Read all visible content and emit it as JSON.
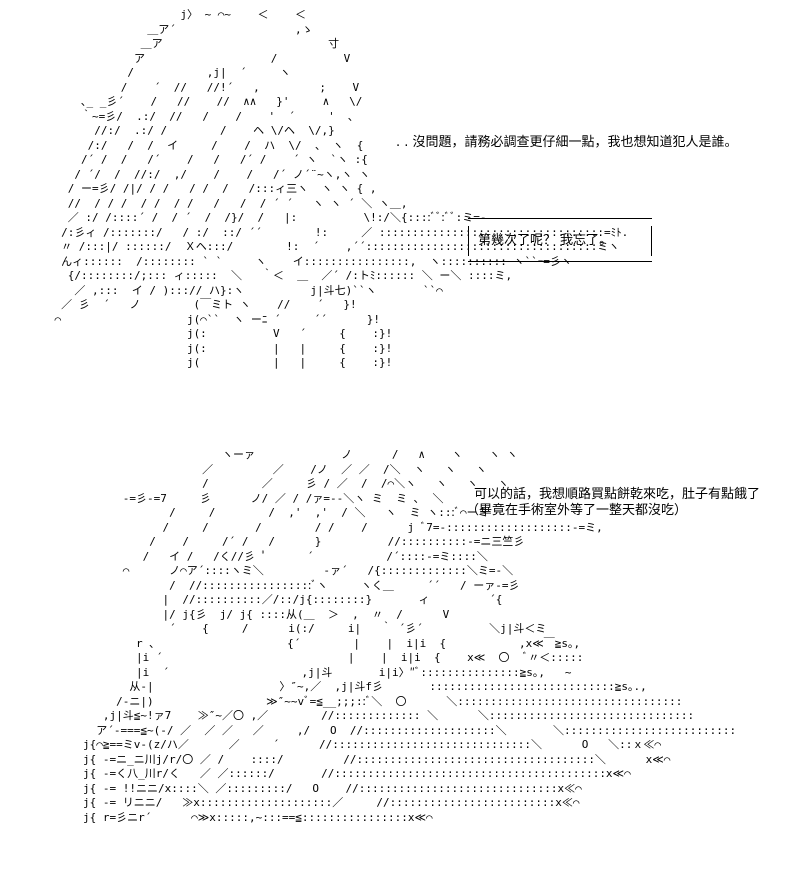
{
  "panels": [
    {
      "art": "                       j〉 ~ ⌒~    ＜    ＜\n                  ＿ア´                  ,ゝ\n                 ＿ア                         寸\n                ア                   /          V\n               /           ,j|  ´     ヽ         \n              /    ´  //   //!´   ,         ;    V\n        ､_ _彡´    /   //    //  ∧∧   }'     ∧   \\/\n        ｀~=彡/  .:/  //   /    /    '  ´     '  ､\n          //:/  .:/ /        /    ヘ \\/ヘ  \\/,}\n         /:/   /  /  イ     /    /  ハ  \\/  、 ヽ  {\n        /´ /  /   /´    /   /   /´ /    ´ ヽ  `ヽ :{\n       / ´/  /  //:/  ,/    /    /   /´ ノ´¨~ヽ,ヽ ヽ\n      / ー=彡/ /|/ / /   / /  /   /:::ィ三ヽ  ヽ ヽ { ,\n      //  / / /  / /  / /   /   /  / ´ ´   ヽ ヽ ´ ＼ ヽ＿,\n      ／ :/ /::::´ /  / ´  /  /}/  /   |:          \\!:/＼{::::ﾞﾞ:ﾞﾞ:ミ=-\n     /:彡ィ /:::::::/   / :/  ::/ ´´        !:     ／ ::::::::::::::::::::::::::::::::::=ﾐﾄ.\n     〃 /:::|/ ::::::/  Ｘヘ:::/        !:  ´    ,´´:::::::::::::::::::::::::::::::::::ミヽ\n     んィ::::::  /:::::::: ` `     ヽ    イ::::::::::::::::,  ヽ:::::::::: ヽ``ｰ=彡ヽ\n      {/::::::::/;::: ィ:::::  ＼   ｀＜  ＿  ／´ /:トﾐ:::::: ＼ ー＼ ::::ミ,\n       ／ ,:::  イ / ):::// ハ}:ヽ          j|斗七)``ヽ       ``⌒\n     ／ 彡  ´   ノ        (￣ミト ヽ    //    ´   }!\n    ⌒                   j(⌒``  ヽ ーﾆ ´     ´´      }!\n                        j(:          V   ´     {    :}!\n                        j(:          |   |     {    :}!\n                        j(           |   |     {    :}!",
      "dialogue": ". . 沒問題，請務必調查更仔細一點，我也想知道犯人是誰。",
      "boxed_dialogue": "第幾次了呢？  我忘了。"
    },
    {
      "art": "                             ヽーァ             ノ      /   ∧    ヽ    ヽ ヽ\n                          ／         ／    /ノ  ／ ／  /＼  ヽ   ヽ   ヽ\n                          /        ／     彡 / ／  /  /⌒＼ヽ   ヽ   ヽ   ヽ\n              -=彡-=7     彡      ノ/ ／ / /ァ=--＼ヽ ミ  ミ ､  ＼\n                     /     /        /  ,'  ,'  / ＼   ヽ  ミ ヽ:::ﾞ⌒ーミ\n                    /     /       /        / /    /      j ﾞ7=-:::::::::::::::::::-=ミ,\n                  /    /     /´ /   /      }          //::::::::::-=ニ三竺彡\n                 /   イ /   /く//彡 ﾟ      ´           /´::::-=ミ::::＼\n              ⌒      ノ⌒ア´::::ヽミ＼         -ァ´   /{:::::::::::::＼ミ=-＼\n                     /  //:::::::::::::::::ﾞヽ     ヽく＿     ´´   / ーァ-=彡\n                    |  //::::::::::／/::/j{::::::::}       ィ         ´{\n                    |/ j{彡  j/ j{ ::::从(＿  ＞  ,  〃  /      V\n                     ´    {     /      i(:/     i|   ｀ ´彡´          ＼j|斗＜ミ\n                r ､                    {´        |    |  i|i  {           ,x≪￣≧s｡,\n                |i ´                            |    |  i|i  {    x≪  〇  ﾞ〃＜:::::\n                |i  ´                    ,j|斗       i|i〉″ﾞ:::::::::::::::≧s｡,   ~\n               从-|                   〉″~,／  ,j|斗f彡       ::::::::::::::::::::::::::::≧s｡.,\n             /-ニ|)                 ≫″~~vﾞ=≦__;;;::ﾞ＼  〇      ＼::::::::::::::::::::::::::::::::::\n           ,j|斗≦~!ァ7    ≫″~／〇 ,／        //::::::::::::: ＼      ＼:::::::::::::::::::::::::::::::\n          ア´-===≦~(-/ ／  ／ ／   ／     ,/   O  //::::::::::::::::::::＼       ＼::::::::::::::::::::::::::\n        j{⌒≧==ミv-(z/ハ／      ／     ´      //::::::::::::::::::::::::::::::＼      O   ＼::ｘ≪⌒\n        j{ -=ニ_ニ川j/r/〇 ／ /    ::::/         //::::::::::::::::::::::::::::::::::::＼      x≪⌒\n        j{ -=く八_川r/く   ／ ／::::::/       //:::::::::::::::::::::::::::::::::::::::::x≪⌒\n        j{ -= !!ニニ/x::::＼ ／:::::::::/   O    //::::::::::::::::::::::::::::::x≪⌒\n        j{ -= リニニ/   ≫x::::::::::::::::::::／     //:::::::::::::::::::::::::x≪⌒\n        j{ r=彡ニr´      ⌒≫x:::::,~:::==≦::::::::::::::::x≪⌒",
      "dialogue_lines": [
        "可以的話，我想順路買點餅乾來吃，肚子有點餓了",
        "（畢竟在手術室外等了一整天都沒吃）"
      ]
    }
  ]
}
